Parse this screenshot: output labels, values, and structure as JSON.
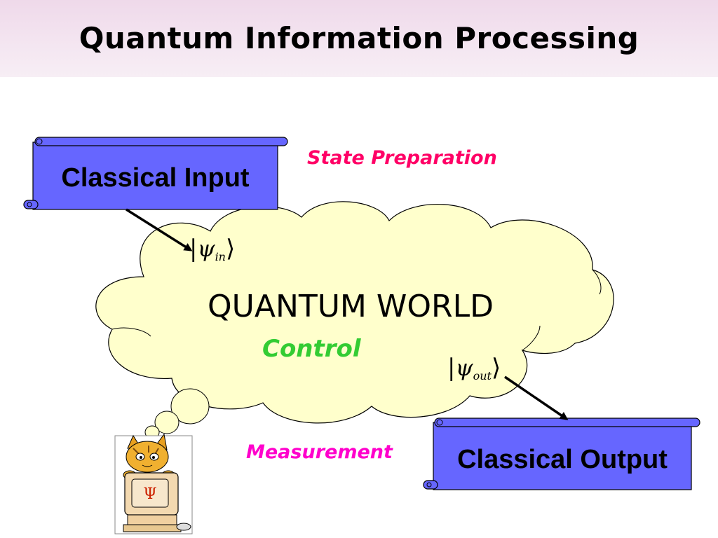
{
  "title": "Quantum Information Processing",
  "diagram": {
    "input_box": "Classical Input",
    "output_box": "Classical Output",
    "state_prep_label": "State Preparation",
    "quantum_world_label": "QUANTUM WORLD",
    "control_label": "Control",
    "measurement_label": "Measurement",
    "psi_in": {
      "symbol": "ψ",
      "subscript": "in"
    },
    "psi_out": {
      "symbol": "ψ",
      "subscript": "out"
    },
    "computer_screen_symbol": "Ψ"
  },
  "colors": {
    "box_fill": "#6666ff",
    "cloud_fill": "#ffffcc",
    "state_prep": "#ff0066",
    "control": "#33cc33",
    "measurement": "#ff00cc"
  }
}
